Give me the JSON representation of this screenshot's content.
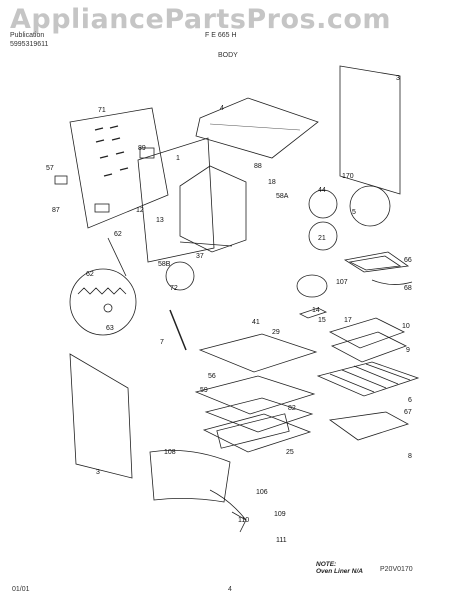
{
  "header": {
    "publication_label": "Publication",
    "publication_number": "5995319611",
    "model_number": "F E 665 H",
    "section_title": "BODY",
    "watermark": "AppliancePartsPros.com"
  },
  "callouts": [
    "3",
    "4",
    "71",
    "89",
    "1",
    "57",
    "87",
    "12",
    "13",
    "170",
    "18",
    "58A",
    "44",
    "5",
    "88",
    "21",
    "62",
    "37",
    "58B",
    "66",
    "72",
    "68",
    "107",
    "62",
    "63",
    "7",
    "41",
    "29",
    "14",
    "15",
    "17",
    "10",
    "9",
    "56",
    "6",
    "59",
    "82",
    "3",
    "25",
    "67",
    "8",
    "108",
    "106",
    "109",
    "110",
    "111"
  ],
  "note": {
    "title": "NOTE:",
    "text": "Oven Liner N/A"
  },
  "footer": {
    "diagram_code": "P20V0170",
    "date": "01/01",
    "page": "4"
  }
}
